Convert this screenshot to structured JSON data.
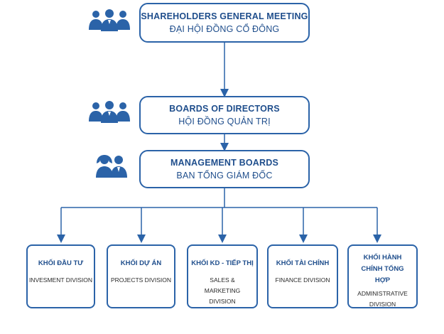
{
  "top": {
    "en": "SHAREHOLDERS GENERAL MEETING",
    "vi": "ĐẠI HỘI ĐỒNG CỔ ĐÔNG",
    "icon": "group-people-icon"
  },
  "board": {
    "en": "BOARDS OF DIRECTORS",
    "vi": "HỘI ĐỒNG QUẢN TRỊ",
    "icon": "group-people-icon"
  },
  "management": {
    "en": "MANAGEMENT BOARDS",
    "vi": "BAN TỔNG GIÁM ĐỐC",
    "icon": "manager-pair-icon"
  },
  "divisions": [
    {
      "vi": "KHỐI ĐẦU TƯ",
      "en": "INVESMENT DIVISION"
    },
    {
      "vi": "KHỐI DỰ ÁN",
      "en": "PROJECTS DIVISION"
    },
    {
      "vi": "KHỐI KD - TIẾP THỊ",
      "en": "SALES & MARKETING DIVISION"
    },
    {
      "vi": "KHỐI TÀI CHÍNH",
      "en": "FINANCE DIVISION"
    },
    {
      "vi": "KHỐI HÀNH CHÍNH TỔNG HỢP",
      "en": "ADMINISTRATIVE DIVISION"
    }
  ],
  "colors": {
    "accent": "#2b63a8",
    "text": "#1f4e8c"
  }
}
